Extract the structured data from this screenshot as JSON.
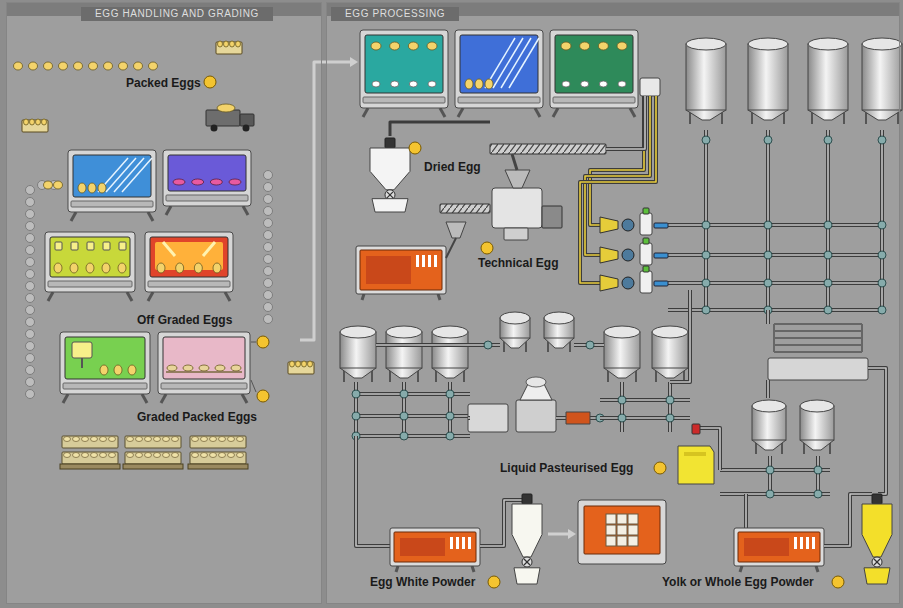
{
  "diagram": {
    "nodes": [
      {
        "text": [
          "EGG HANDLING AND GRADING"
        ]
      },
      {
        "text": [
          "EGG PROCESSING"
        ]
      }
    ],
    "labels": [
      "Packed Eggs",
      "Off Graded Eggs",
      "Graded Packed Eggs",
      "Dried Egg",
      "Technical Egg",
      "Liquid Pasteurised Egg",
      "Egg White Powder",
      "Yolk or Whole Egg Powder"
    ]
  }
}
